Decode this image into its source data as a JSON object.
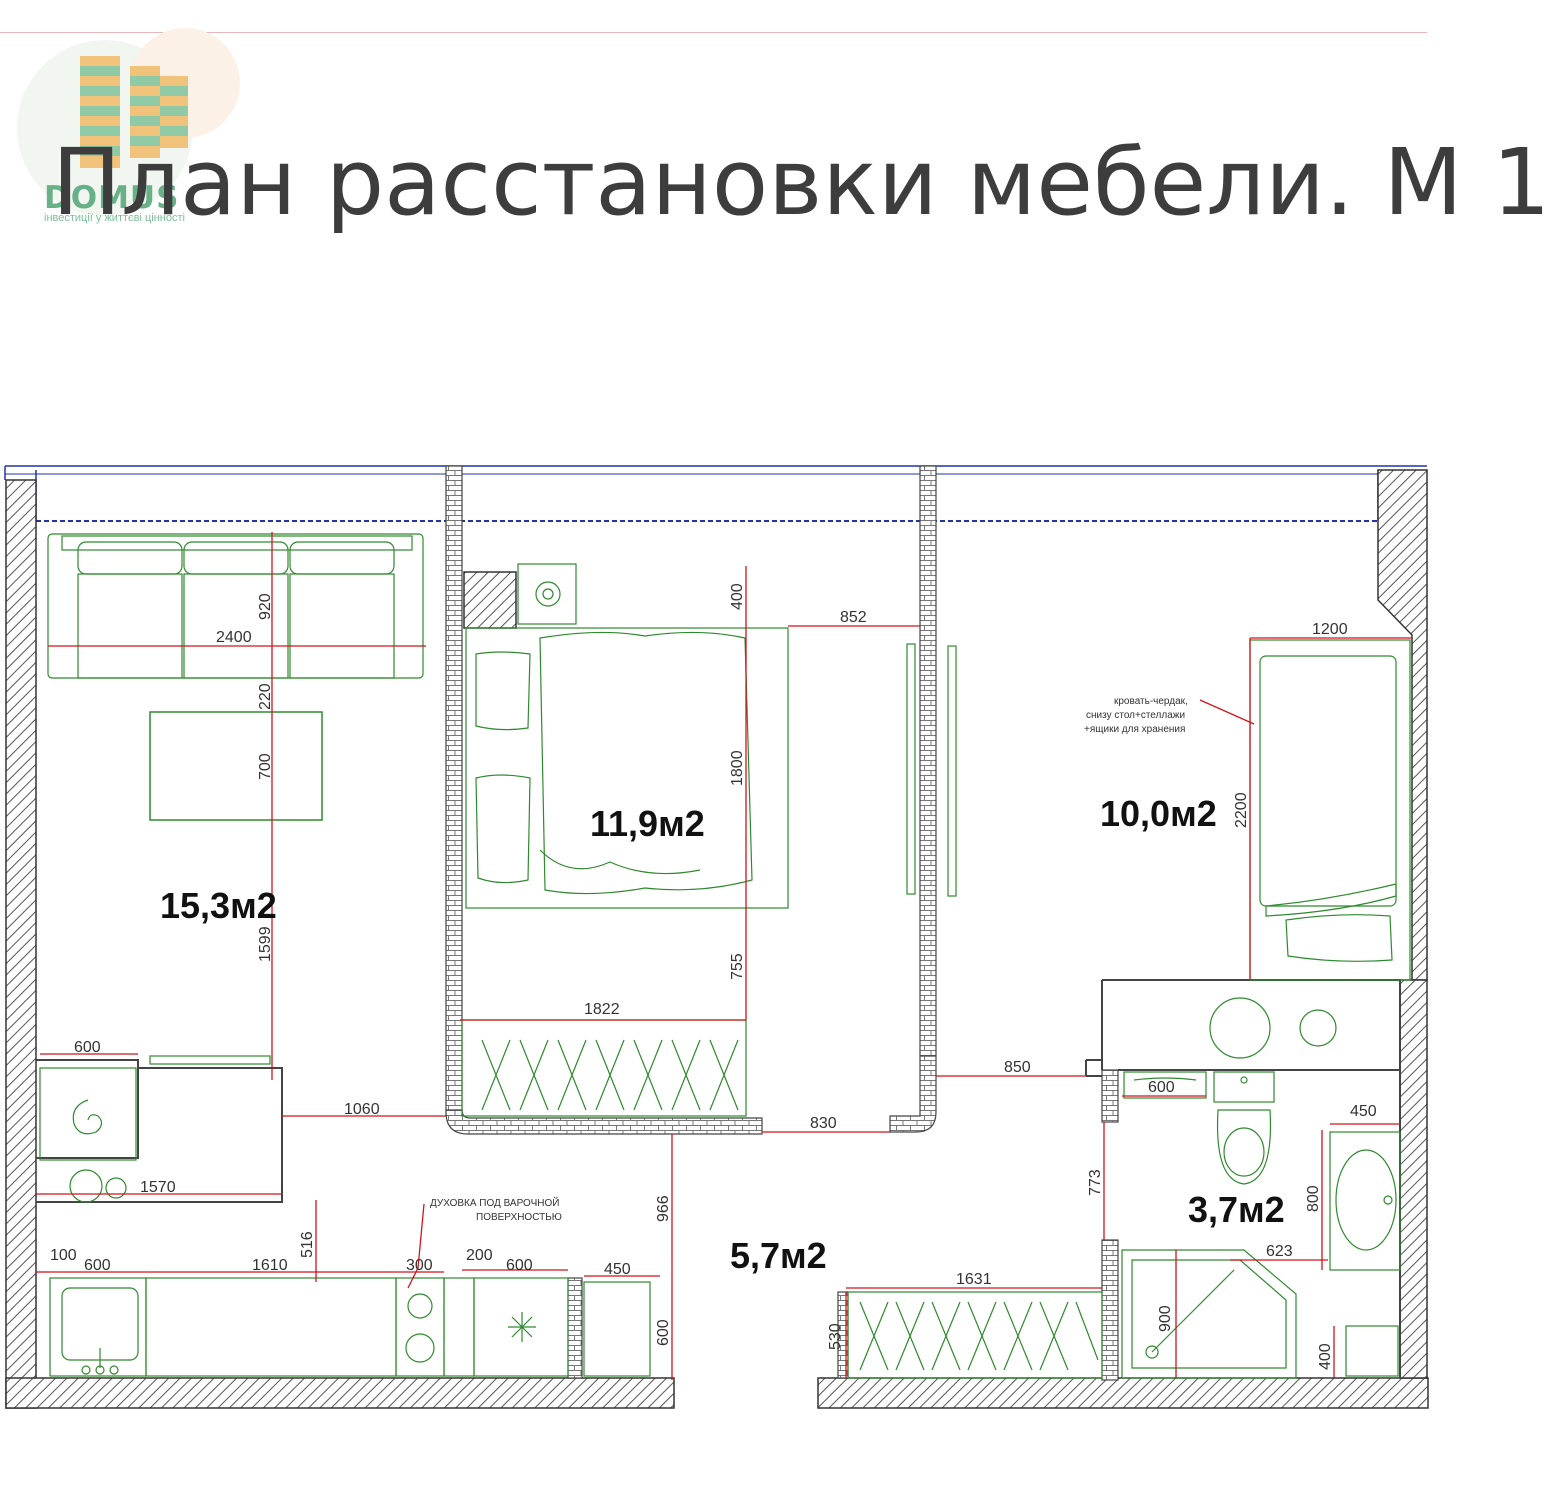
{
  "header": {
    "title": "План расстановки мебели. М 1",
    "logo_text": "DOMUS",
    "logo_tagline": "інвестиції у життєві цінності"
  },
  "colors": {
    "wall": "#555555",
    "furniture": "#2f8a2f",
    "dimension": "#d0141b",
    "window": "#2233aa"
  },
  "rooms": {
    "living": "15,3м2",
    "bedroom": "11,9м2",
    "kids": "10,0м2",
    "bath": "3,7м2",
    "hall": "5,7м2"
  },
  "notes": {
    "loft_bed": [
      "кровать-чердак,",
      "снизу стол+стеллажи",
      "+ящики для хранения"
    ],
    "oven": [
      "ДУХОВКА ПОД ВАРОЧНОЙ",
      "ПОВЕРХНОСТЬЮ"
    ]
  },
  "dimensions": {
    "sofa_depth": "920",
    "sofa_width": "2400",
    "gap_220": "220",
    "table_700": "700",
    "living_1599": "1599",
    "fridge_600": "600",
    "hall_1060": "1060",
    "counter_1570": "1570",
    "k_516": "516",
    "k_100": "100",
    "k_600a": "600",
    "k_1610": "1610",
    "k_300": "300",
    "k_200": "200",
    "k_600b": "600",
    "k_450": "450",
    "k_600c": "600",
    "hall_966": "966",
    "bed_400": "400",
    "bed_852": "852",
    "bed_1800": "1800",
    "bed_755": "755",
    "bed_1822": "1822",
    "hall_830": "830",
    "hall_850": "850",
    "kid_1200": "1200",
    "kid_2200": "2200",
    "bath_600": "600",
    "bath_773": "773",
    "bath_450": "450",
    "bath_800": "800",
    "bath_623": "623",
    "bath_900": "900",
    "bath_400": "400",
    "wd_1631": "1631",
    "wd_530": "530"
  }
}
